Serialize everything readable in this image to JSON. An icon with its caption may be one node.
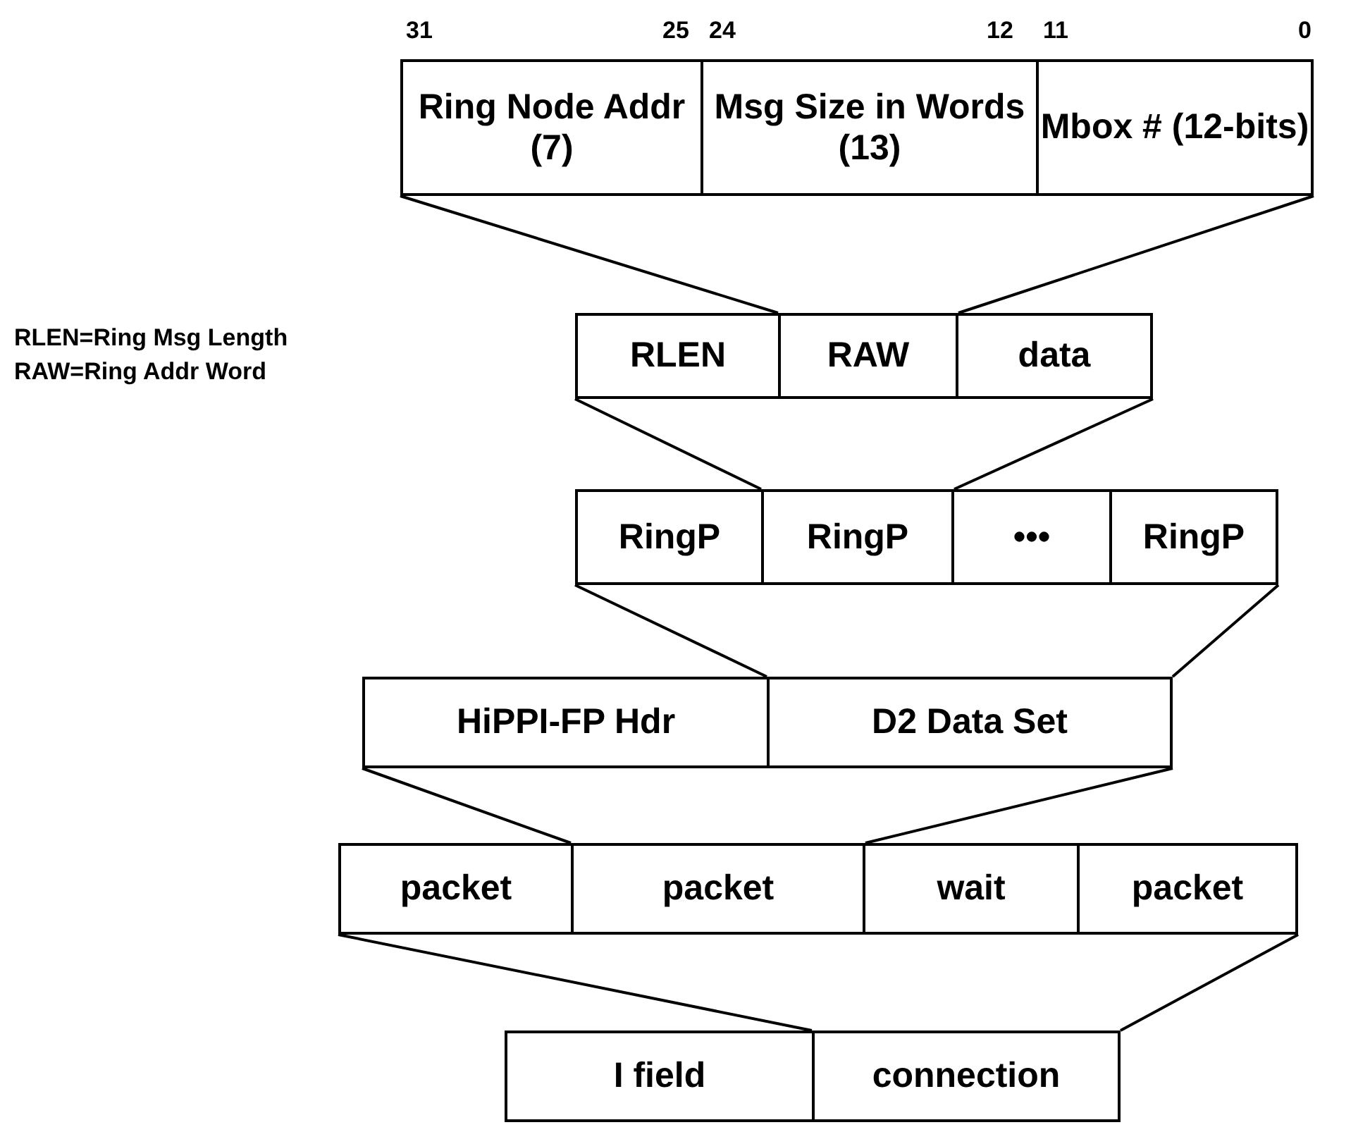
{
  "diagram": {
    "nodes": [
      {
        "text": [
          "Ring Node Addr (7)"
        ]
      },
      {
        "text": [
          "Msg Size in Words (13)"
        ]
      },
      {
        "text": [
          "Mbox # (12-bits)"
        ]
      },
      {
        "text": [
          "RLEN"
        ]
      },
      {
        "text": [
          "RAW"
        ]
      },
      {
        "text": [
          "data"
        ]
      },
      {
        "text": [
          "RingP"
        ]
      },
      {
        "text": [
          "RingP"
        ]
      },
      {
        "text": [
          "•••"
        ]
      },
      {
        "text": [
          "RingP"
        ]
      },
      {
        "text": [
          "HiPPI-FP Hdr"
        ]
      },
      {
        "text": [
          "D2 Data Set"
        ]
      },
      {
        "text": [
          "packet"
        ]
      },
      {
        "text": [
          "packet"
        ]
      },
      {
        "text": [
          "wait"
        ]
      },
      {
        "text": [
          "packet"
        ]
      },
      {
        "text": [
          "I field"
        ]
      },
      {
        "text": [
          "connection"
        ]
      }
    ],
    "edges": [
      {
        "from": 0,
        "to": 4,
        "arrow": "none"
      },
      {
        "from": 2,
        "to": 4,
        "arrow": "none"
      },
      {
        "from": 3,
        "to": 7,
        "arrow": "none"
      },
      {
        "from": 5,
        "to": 7,
        "arrow": "none"
      },
      {
        "from": 6,
        "to": 11,
        "arrow": "none"
      },
      {
        "from": 9,
        "to": 11,
        "arrow": "none"
      },
      {
        "from": 10,
        "to": 13,
        "arrow": "none"
      },
      {
        "from": 11,
        "to": 13,
        "arrow": "none"
      },
      {
        "from": 12,
        "to": 17,
        "arrow": "none"
      },
      {
        "from": 15,
        "to": 17,
        "arrow": "none"
      }
    ],
    "labels": [
      "31",
      "25",
      "24",
      "12",
      "11",
      "0",
      "RLEN=Ring Msg Length",
      "RAW=Ring Addr Word"
    ]
  }
}
